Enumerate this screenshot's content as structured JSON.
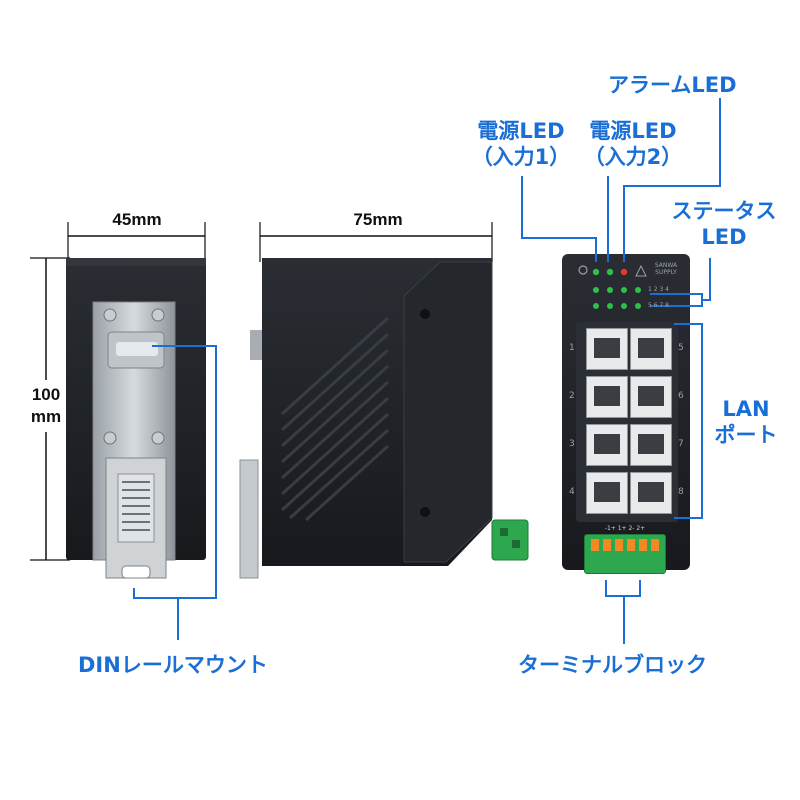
{
  "dimensions": {
    "width_label": "45mm",
    "depth_label": "75mm",
    "height_label_line1": "100",
    "height_label_line2": "mm"
  },
  "callouts": {
    "din_rail": "DINレールマウント",
    "terminal_block": "ターミナルブロック",
    "power_led_1_line1": "電源LED",
    "power_led_1_line2": "（入力1）",
    "power_led_2_line1": "電源LED",
    "power_led_2_line2": "（入力2）",
    "alarm_led": "アラームLED",
    "status_led_line1": "ステータス",
    "status_led_line2": "LED",
    "lan_port_line1": "LAN",
    "lan_port_line2": "ポート"
  },
  "device_markings": {
    "brand_line1": "SANWA",
    "brand_line2": "SUPPLY",
    "led_numbers_row1": "1 2 3 4",
    "led_numbers_row2": "5 6 7 8",
    "terminal_labels": "-1+ 1+ 2- 2+",
    "port_numbers_left": [
      "1",
      "2",
      "3",
      "4"
    ],
    "port_numbers_right": [
      "5",
      "6",
      "7",
      "8"
    ]
  },
  "colors": {
    "callout_blue": "#1a6fd6",
    "device_body": "#1f2126",
    "terminal_green": "#2ea84f",
    "terminal_orange": "#f08a24"
  }
}
